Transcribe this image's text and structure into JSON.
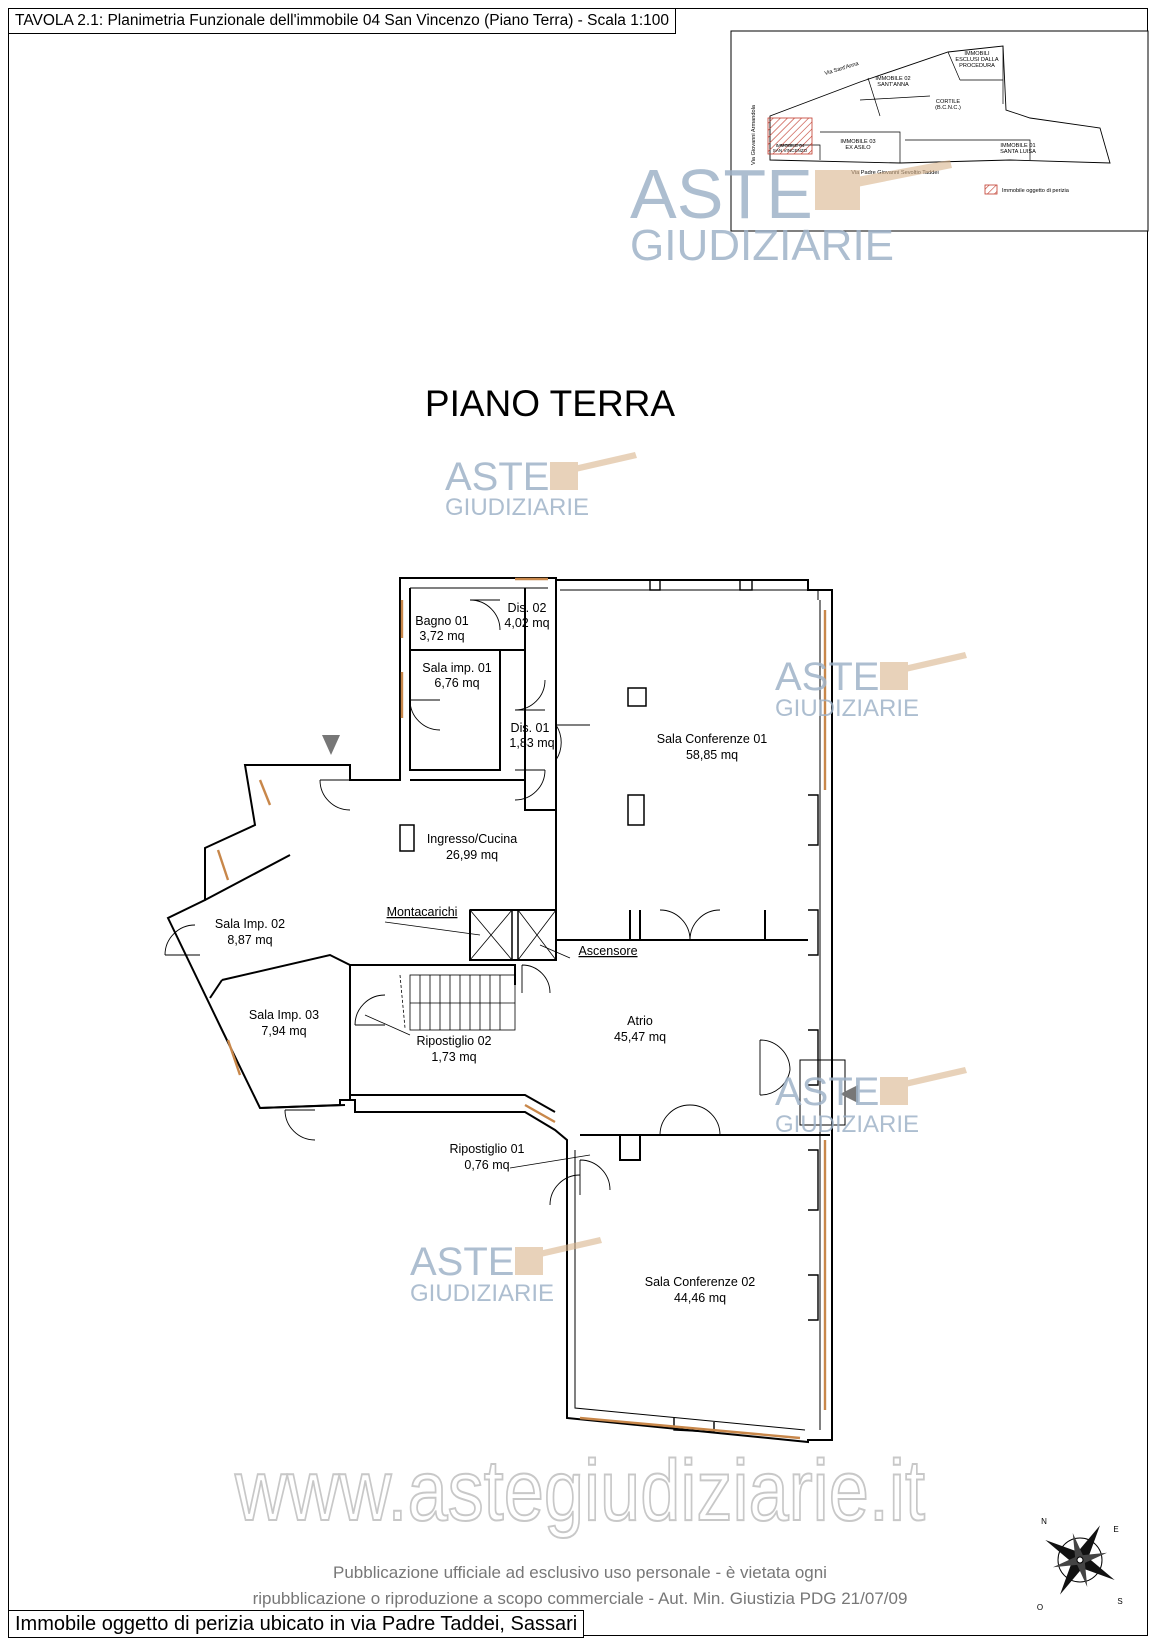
{
  "header_title": "TAVOLA 2.1: Planimetria Funzionale dell'immobile 04 San Vincenzo (Piano Terra) - Scala 1:100",
  "floor_title": "PIANO TERRA",
  "footer_note": "Immobile oggetto di perizia ubicato in via Padre Taddei, Sassari",
  "watermark": {
    "brand_line1": "ASTE",
    "brand_line2": "GIUDIZIARIE",
    "site_url": "www.astegiudiziarie.it",
    "notice_line1": "Pubblicazione ufficiale ad esclusivo uso personale - è vietata ogni",
    "notice_line2": "ripubblicazione o riproduzione a scopo commerciale - Aut. Min. Giustizia PDG 21/07/09"
  },
  "key_plan": {
    "labels": {
      "street_top": "Via Sant'Anna",
      "street_left": "Via Giovanni Armandola",
      "street_bottom": "Via Padre Giovanni Sevoltio Taddei",
      "immobili_esclusi": [
        "IMMOBILI",
        "ESCLUSI DALLA",
        "PROCEDURA"
      ],
      "immobile_02": [
        "IMMOBILE 02",
        "SANT'ANNA"
      ],
      "cortile": [
        "CORTILE",
        "(B.C.N.C.)"
      ],
      "immobile_03": [
        "IMMOBILE 03",
        "EX ASILO"
      ],
      "immobile_01": [
        "IMMOBILE 01",
        "SANTA LUISA"
      ],
      "immobile_04": [
        "IMMOBILE 04",
        "SAN VINCENZO"
      ]
    },
    "legend_text": "Immobile oggetto di perizia",
    "hatch_color": "#c0392b"
  },
  "rooms": [
    {
      "name": "Bagno 01",
      "area": "3,72 mq"
    },
    {
      "name": "Dis. 02",
      "area": "4,02 mq"
    },
    {
      "name": "Sala imp. 01",
      "area": "6,76 mq"
    },
    {
      "name": "Dis. 01",
      "area": "1,83 mq"
    },
    {
      "name": "Sala Conferenze 01",
      "area": "58,85 mq"
    },
    {
      "name": "Ingresso/Cucina",
      "area": "26,99 mq"
    },
    {
      "name": "Sala Imp. 02",
      "area": "8,87 mq"
    },
    {
      "name": "Sala Imp. 03",
      "area": "7,94 mq"
    },
    {
      "name": "Ripostiglio 02",
      "area": "1,73 mq"
    },
    {
      "name": "Atrio",
      "area": "45,47 mq"
    },
    {
      "name": "Ripostiglio 01",
      "area": "0,76 mq"
    },
    {
      "name": "Sala Conferenze 02",
      "area": "44,46 mq"
    }
  ],
  "annotations": {
    "montacarichi": "Montacarichi",
    "ascensore": "Ascensore"
  },
  "compass": {
    "n": "N",
    "s": "S",
    "e": "E",
    "o": "O"
  },
  "colors": {
    "wall": "#000000",
    "window": "#c8874a",
    "watermark": "#9fb3c8",
    "gavel": "#d9b48a",
    "url_watermark": "#d0d0d0"
  }
}
